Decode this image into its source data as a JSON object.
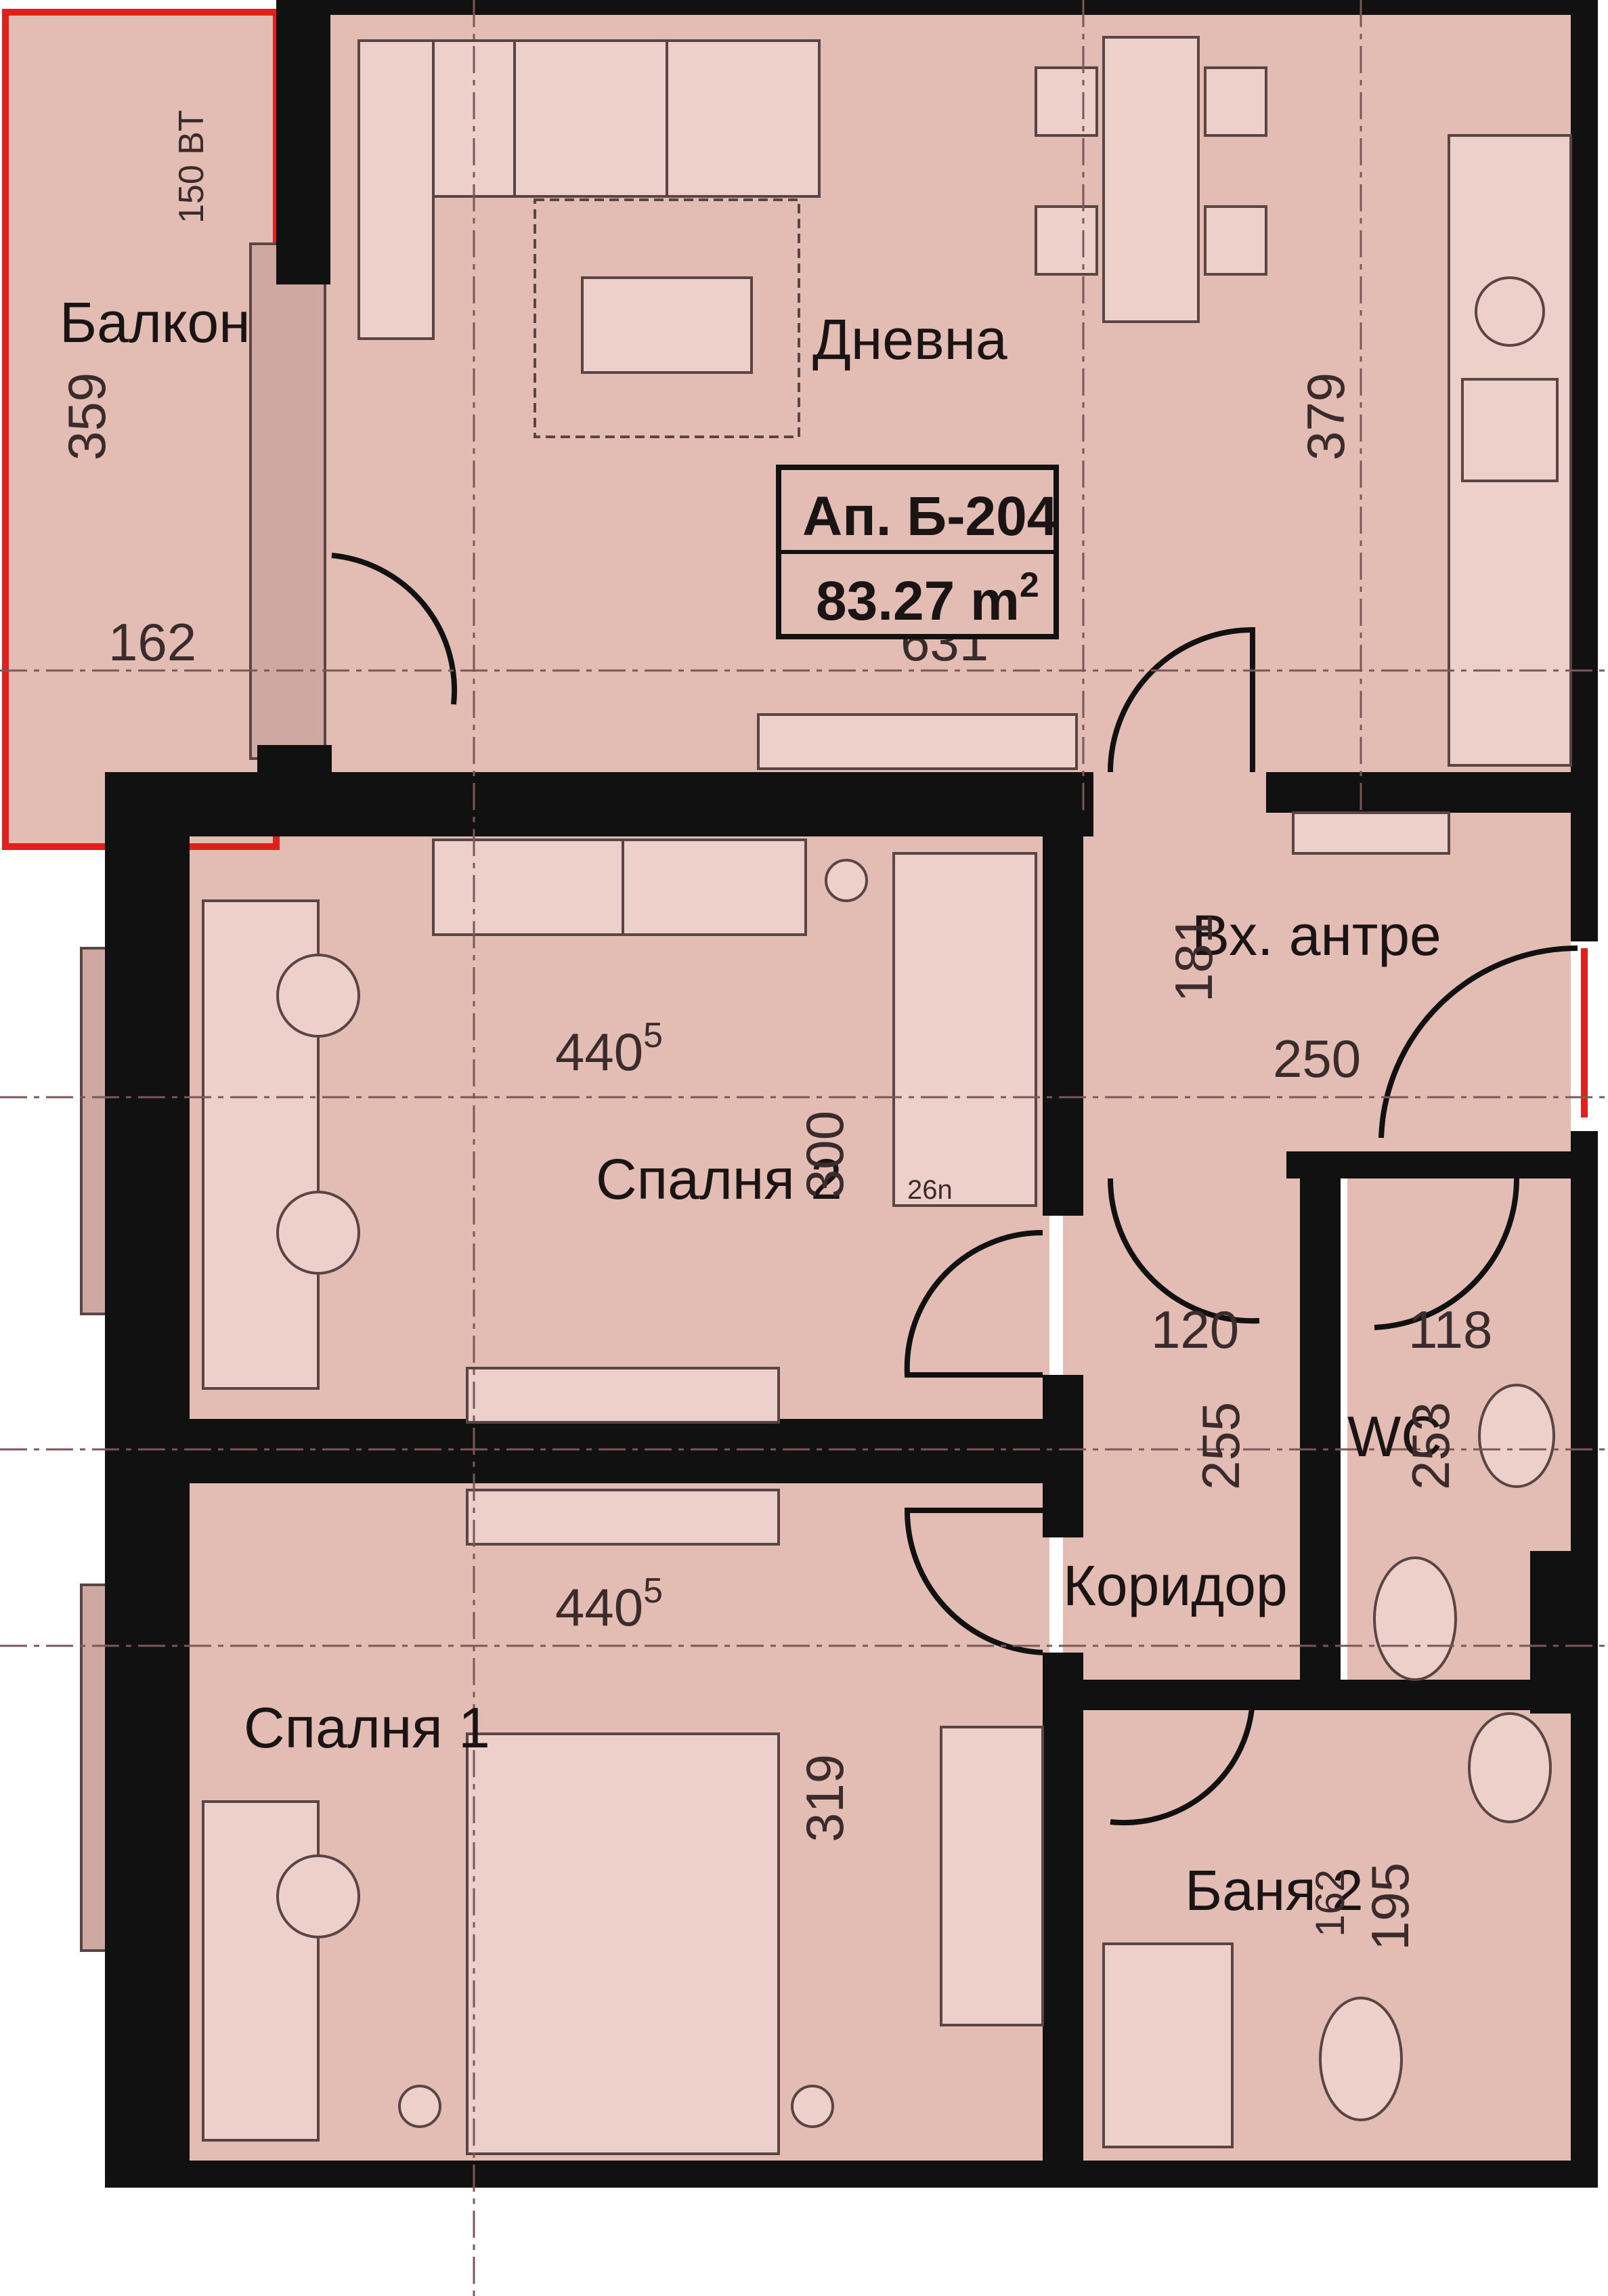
{
  "plan": {
    "colors": {
      "floor": "#e3bcb4",
      "wall": "#111111",
      "line": "#6f5454",
      "dim_line": "#7a5858",
      "window_red": "#e0201c",
      "furniture": "#ecd0c9"
    },
    "badge": {
      "apartment": "Ап. Б-204",
      "area_value": "83.27",
      "area_unit": "m",
      "area_exp": "2"
    },
    "rooms": {
      "balcony": "Балкон",
      "living": "Дневна",
      "entrance": "Вх. антре",
      "bedroom2": "Спалня 2",
      "bedroom1": "Спалня 1",
      "wc": "WC",
      "corridor": "Коридор",
      "bathroom2": "Баня 2"
    },
    "dimensions": {
      "balcony_height": "359",
      "balcony_width": "162",
      "balcony_window": "150 BT",
      "living_height": "379",
      "living_width": "631",
      "entrance_height": "181",
      "entrance_width": "250",
      "bedroom2_width_main": "440",
      "bedroom2_width_sup": "5",
      "bedroom2_height": "300",
      "bedroom2_bed": "26n",
      "corridor_width": "120",
      "corridor_height": "255",
      "wc_width": "118",
      "wc_height": "253",
      "bedroom1_width_main": "440",
      "bedroom1_width_sup": "5",
      "bedroom1_height": "319",
      "bathroom_height": "195",
      "bathroom_width": "162"
    }
  }
}
